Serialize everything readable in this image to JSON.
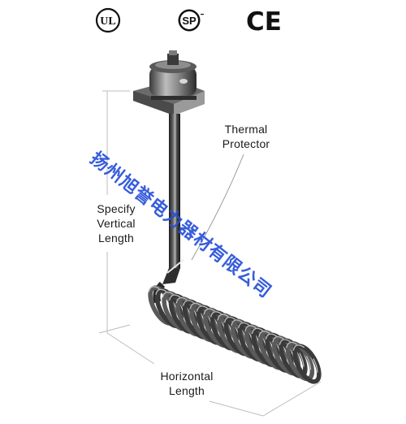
{
  "certifications": {
    "ul": {
      "mark": "UL",
      "icon": "ul-listed-icon"
    },
    "csa": {
      "mark": "SP",
      "icon": "csa-certified-icon"
    },
    "ce": {
      "mark": "CE",
      "icon": "ce-mark-icon"
    }
  },
  "labels": {
    "thermal_protector": {
      "line1": "Thermal",
      "line2": "Protector"
    },
    "vertical_length": {
      "line1": "Specify",
      "line2": "Vertical",
      "line3": "Length"
    },
    "horizontal_length": {
      "line1": "Horizontal",
      "line2": "Length"
    }
  },
  "watermark": "扬州旭誉电力器材有限公司",
  "colors": {
    "watermark": "#2750d8",
    "metal_dark": "#2e2e2e",
    "metal_light": "#9a9a9a",
    "dimension_line": "#bdbdbd"
  }
}
